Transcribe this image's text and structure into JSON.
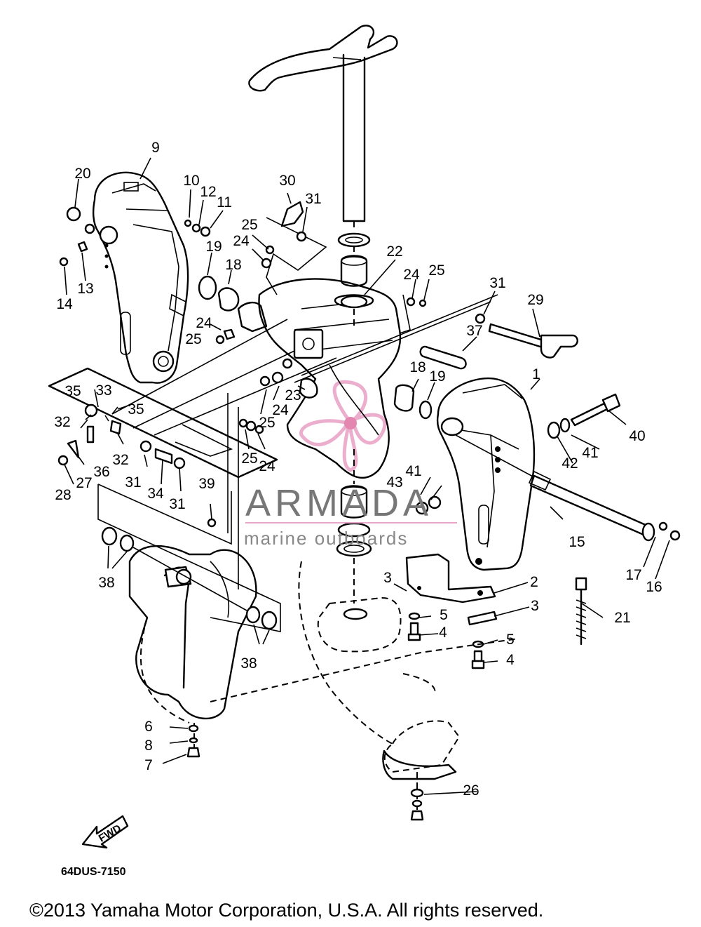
{
  "diagram": {
    "part_code": "64DUS-7150",
    "copyright": "©2013 Yamaha Motor Corporation, U.S.A. All rights reserved.",
    "fwd_label": "FWD",
    "watermark": {
      "brand": "ARMADA",
      "tagline": "marine outboards",
      "accent_color": "#e9a6c8",
      "text_color": "#7a7a7a"
    },
    "callouts": [
      {
        "id": "c1",
        "label": "1"
      },
      {
        "id": "c2",
        "label": "2"
      },
      {
        "id": "c3a",
        "label": "3"
      },
      {
        "id": "c3b",
        "label": "3"
      },
      {
        "id": "c4a",
        "label": "4"
      },
      {
        "id": "c4b",
        "label": "4"
      },
      {
        "id": "c5a",
        "label": "5"
      },
      {
        "id": "c5b",
        "label": "5"
      },
      {
        "id": "c6",
        "label": "6"
      },
      {
        "id": "c7",
        "label": "7"
      },
      {
        "id": "c8",
        "label": "8"
      },
      {
        "id": "c9",
        "label": "9"
      },
      {
        "id": "c10",
        "label": "10"
      },
      {
        "id": "c11",
        "label": "11"
      },
      {
        "id": "c12",
        "label": "12"
      },
      {
        "id": "c13",
        "label": "13"
      },
      {
        "id": "c14",
        "label": "14"
      },
      {
        "id": "c15",
        "label": "15"
      },
      {
        "id": "c16",
        "label": "16"
      },
      {
        "id": "c17",
        "label": "17"
      },
      {
        "id": "c18a",
        "label": "18"
      },
      {
        "id": "c18b",
        "label": "18"
      },
      {
        "id": "c19a",
        "label": "19"
      },
      {
        "id": "c19b",
        "label": "19"
      },
      {
        "id": "c20",
        "label": "20"
      },
      {
        "id": "c21",
        "label": "21"
      },
      {
        "id": "c22",
        "label": "22"
      },
      {
        "id": "c23",
        "label": "23"
      },
      {
        "id": "c24a",
        "label": "24"
      },
      {
        "id": "c24b",
        "label": "24"
      },
      {
        "id": "c24c",
        "label": "24"
      },
      {
        "id": "c24d",
        "label": "24"
      },
      {
        "id": "c24e",
        "label": "24"
      },
      {
        "id": "c25a",
        "label": "25"
      },
      {
        "id": "c25b",
        "label": "25"
      },
      {
        "id": "c25c",
        "label": "25"
      },
      {
        "id": "c25d",
        "label": "25"
      },
      {
        "id": "c25e",
        "label": "25"
      },
      {
        "id": "c26",
        "label": "26"
      },
      {
        "id": "c27",
        "label": "27"
      },
      {
        "id": "c28",
        "label": "28"
      },
      {
        "id": "c29",
        "label": "29"
      },
      {
        "id": "c30",
        "label": "30"
      },
      {
        "id": "c31a",
        "label": "31"
      },
      {
        "id": "c31b",
        "label": "31"
      },
      {
        "id": "c31c",
        "label": "31"
      },
      {
        "id": "c31d",
        "label": "31"
      },
      {
        "id": "c32a",
        "label": "32"
      },
      {
        "id": "c32b",
        "label": "32"
      },
      {
        "id": "c33",
        "label": "33"
      },
      {
        "id": "c34",
        "label": "34"
      },
      {
        "id": "c35a",
        "label": "35"
      },
      {
        "id": "c35b",
        "label": "35"
      },
      {
        "id": "c36",
        "label": "36"
      },
      {
        "id": "c37",
        "label": "37"
      },
      {
        "id": "c38a",
        "label": "38"
      },
      {
        "id": "c38b",
        "label": "38"
      },
      {
        "id": "c39",
        "label": "39"
      },
      {
        "id": "c40",
        "label": "40"
      },
      {
        "id": "c41a",
        "label": "41"
      },
      {
        "id": "c41b",
        "label": "41"
      },
      {
        "id": "c42",
        "label": "42"
      },
      {
        "id": "c43",
        "label": "43"
      }
    ]
  }
}
